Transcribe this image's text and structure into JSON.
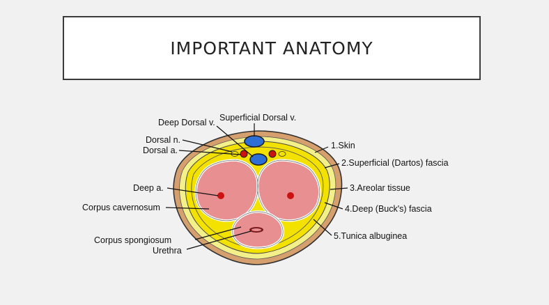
{
  "slide": {
    "title": "IMPORTANT ANATOMY"
  },
  "labels": {
    "deep_dorsal_v": "Deep Dorsal v.",
    "superficial_dorsal_v": "Superficial Dorsal v.",
    "dorsal_n": "Dorsal n.",
    "dorsal_a": "Dorsal a.",
    "deep_a": "Deep a.",
    "corpus_cavernosum": "Corpus cavernosum",
    "corpus_spongiosum": "Corpus spongiosum",
    "urethra": "Urethra",
    "skin": "1.Skin",
    "dartos": "2.Superficial (Dartos) fascia",
    "areolar": "3.Areolar tissue",
    "bucks": "4.Deep (Buck's) fascia",
    "tunica": "5.Tunica albuginea"
  },
  "colors": {
    "skin_outer": "#d6a06e",
    "dartos": "#f3f08a",
    "areolar": "#f3e200",
    "corpus": "#e88f92",
    "vein": "#2e6fd6",
    "artery": "#cc1111",
    "nerve": "#f3e200"
  }
}
